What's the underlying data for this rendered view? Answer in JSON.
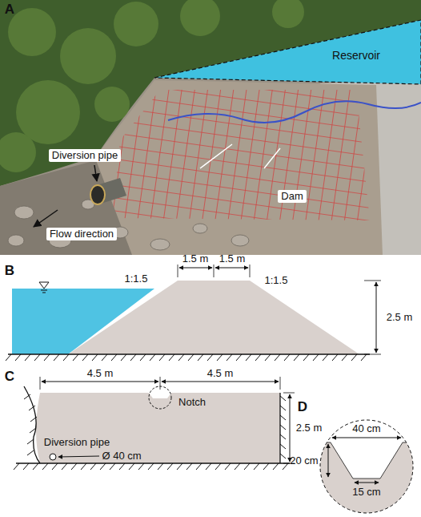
{
  "diagram": {
    "nodes": [
      {
        "text": [
          "Reservoir"
        ]
      }
    ],
    "edges": [],
    "labels": [
      "A",
      "Diversion pipe",
      "Dam",
      "Flow direction",
      "B",
      "1.5 m",
      "1.5 m",
      "1:1.5",
      "1:1.5",
      "2.5 m",
      "C",
      "4.5 m",
      "4.5 m",
      "Notch",
      "2.5 m",
      "Diversion pipe",
      "Ø 40 cm",
      "D",
      "40 cm",
      "20 cm",
      "15 cm"
    ]
  }
}
